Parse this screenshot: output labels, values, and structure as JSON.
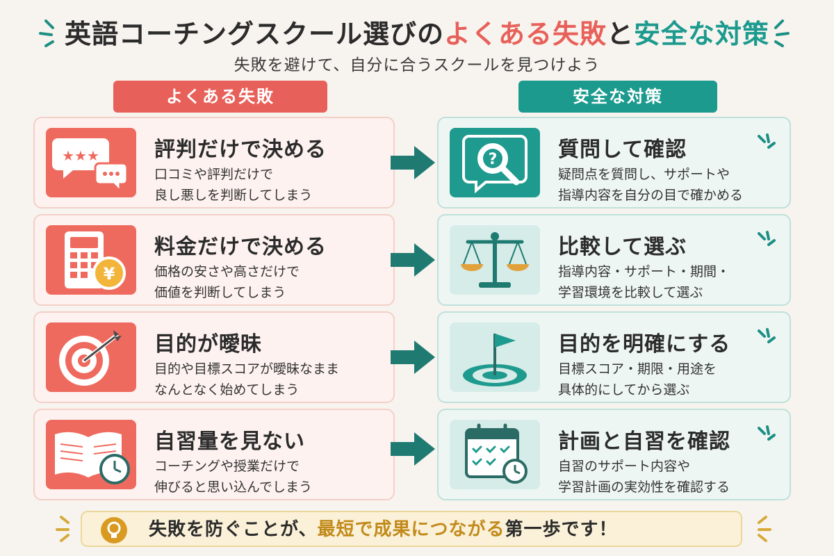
{
  "header": {
    "title_part1": "英語コーチングスクール選びの",
    "title_part2": "よくある失敗",
    "title_part3": "と",
    "title_part4": "安全な対策",
    "subtitle": "失敗を避けて、自分に合うスクールを見つけよう"
  },
  "columns": {
    "failures_label": "よくある失敗",
    "solutions_label": "安全な対策"
  },
  "failures": [
    {
      "title": "評判だけで決める",
      "desc1": "口コミや評判だけで",
      "desc2": "良し悪しを判断してしまう",
      "icon": "speech-bubbles-stars-icon"
    },
    {
      "title": "料金だけで決める",
      "desc1": "価格の安さや高さだけで",
      "desc2": "価値を判断してしまう",
      "icon": "calculator-yen-icon"
    },
    {
      "title": "目的が曖昧",
      "desc1": "目的や目標スコアが曖昧なまま",
      "desc2": "なんとなく始めてしまう",
      "icon": "target-dart-icon"
    },
    {
      "title": "自習量を見ない",
      "desc1": "コーチングや授業だけで",
      "desc2": "伸びると思い込んでしまう",
      "icon": "book-clock-icon"
    }
  ],
  "solutions": [
    {
      "title": "質問して確認",
      "desc1": "疑問点を質問し、サポートや",
      "desc2": "指導内容を自分の目で確かめる",
      "icon": "magnifier-question-icon"
    },
    {
      "title": "比較して選ぶ",
      "desc1": "指導内容・サポート・期間・",
      "desc2": "学習環境を比較して選ぶ",
      "icon": "balance-scale-icon"
    },
    {
      "title": "目的を明確にする",
      "desc1": "目標スコア・期限・用途を",
      "desc2": "具体的にしてから選ぶ",
      "icon": "flag-target-icon"
    },
    {
      "title": "計画と自習を確認",
      "desc1": "自習のサポート内容や",
      "desc2": "学習計画の実効性を確認する",
      "icon": "calendar-check-icon"
    }
  ],
  "footer": {
    "part1": "失敗を防ぐことが、",
    "part2": "最短で成果につながる",
    "part3": "第一歩です！",
    "icon": "lightbulb-icon"
  },
  "colors": {
    "accent_red": "#e8605a",
    "accent_teal": "#1c9a8e",
    "highlight_gold": "#c28a1b",
    "background": "#f7f4ef"
  }
}
